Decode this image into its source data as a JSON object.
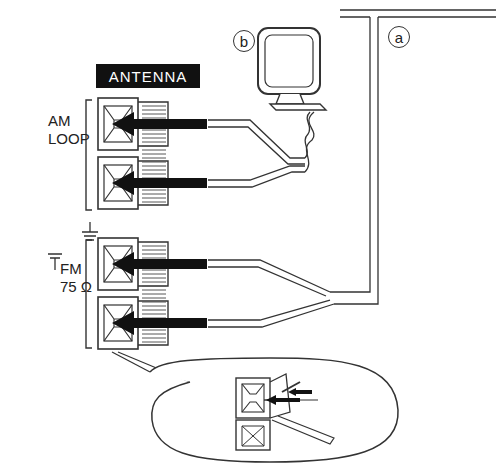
{
  "diagram": {
    "nodes": [
      {
        "text": [
          "ANTENNA"
        ]
      },
      {
        "text": [
          "b"
        ]
      },
      {
        "text": [
          "a"
        ]
      }
    ],
    "labels": [
      "AM LOOP",
      "FM 75 Ω"
    ]
  }
}
